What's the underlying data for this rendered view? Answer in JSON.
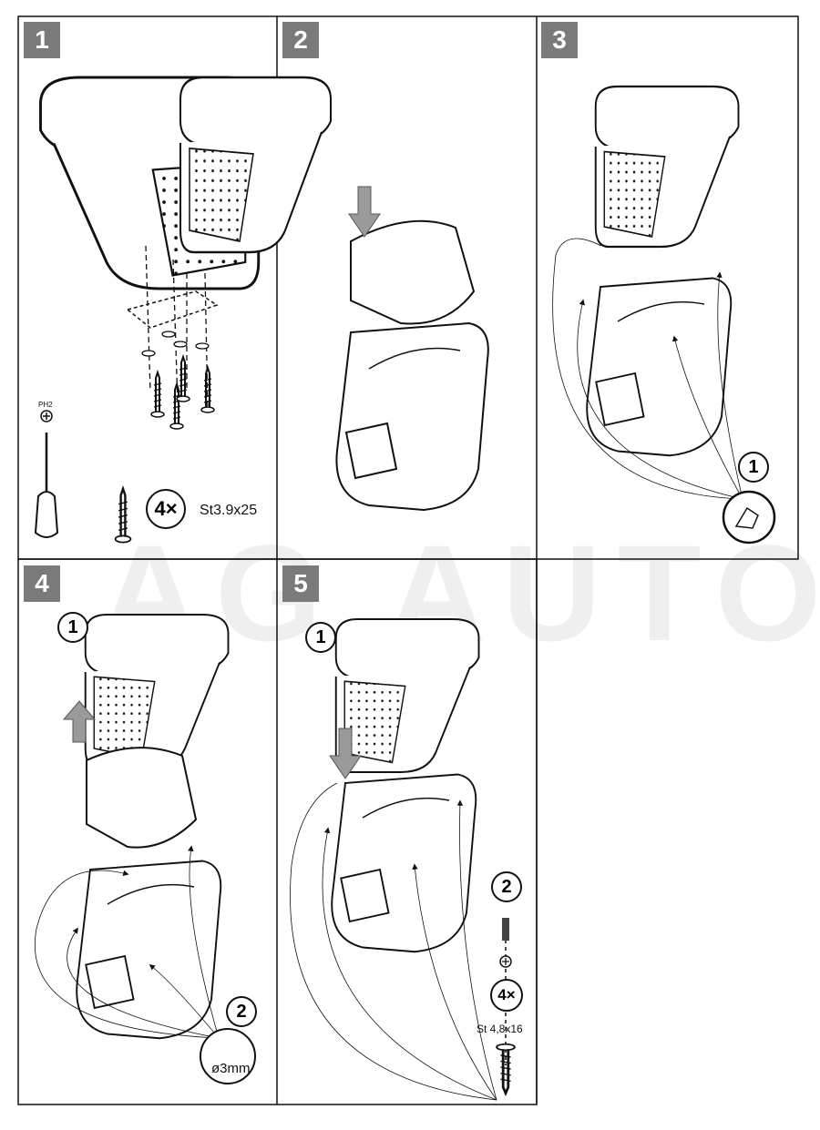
{
  "watermark": "AG AUTO",
  "steps": [
    {
      "number": "1",
      "tool_label": "PH2",
      "quantity": "4×",
      "screw_spec": "St3.9x25"
    },
    {
      "number": "2"
    },
    {
      "number": "3",
      "substep": "1",
      "substep_icon": "hand-pressing-icon"
    },
    {
      "number": "4",
      "substep_a": "1",
      "substep_b": "2",
      "drill_spec": "ø3mm"
    },
    {
      "number": "5",
      "substep_a": "1",
      "substep_b": "2",
      "quantity": "4×",
      "screw_spec": "St 4,8x16"
    }
  ],
  "colors": {
    "badge": "#7a7a7a",
    "line": "#111111",
    "arrow": "#9a9a9a"
  }
}
